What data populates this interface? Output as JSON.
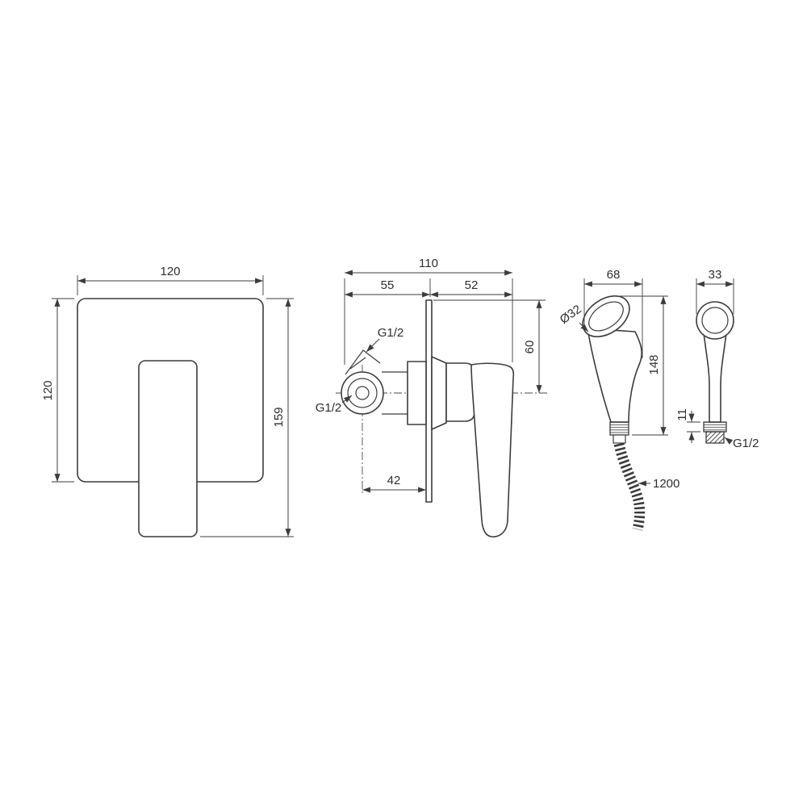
{
  "drawing": {
    "front_view": {
      "plate_width": "120",
      "plate_height": "120",
      "total_height": "159"
    },
    "side_view": {
      "total_depth": "110",
      "body_depth": "55",
      "handle_depth": "52",
      "inlet_offset": "60",
      "body_length": "42",
      "thread_top": "G1/2",
      "thread_side": "G1/2"
    },
    "handshower": {
      "width": "68",
      "height": "148",
      "head_diameter": "Ø32",
      "hose_length": "1200"
    },
    "handshower_front": {
      "width": "33",
      "connector_height": "11",
      "thread": "G1/2"
    }
  },
  "colors": {
    "line": "#3c3c3c",
    "background": "#ffffff"
  }
}
